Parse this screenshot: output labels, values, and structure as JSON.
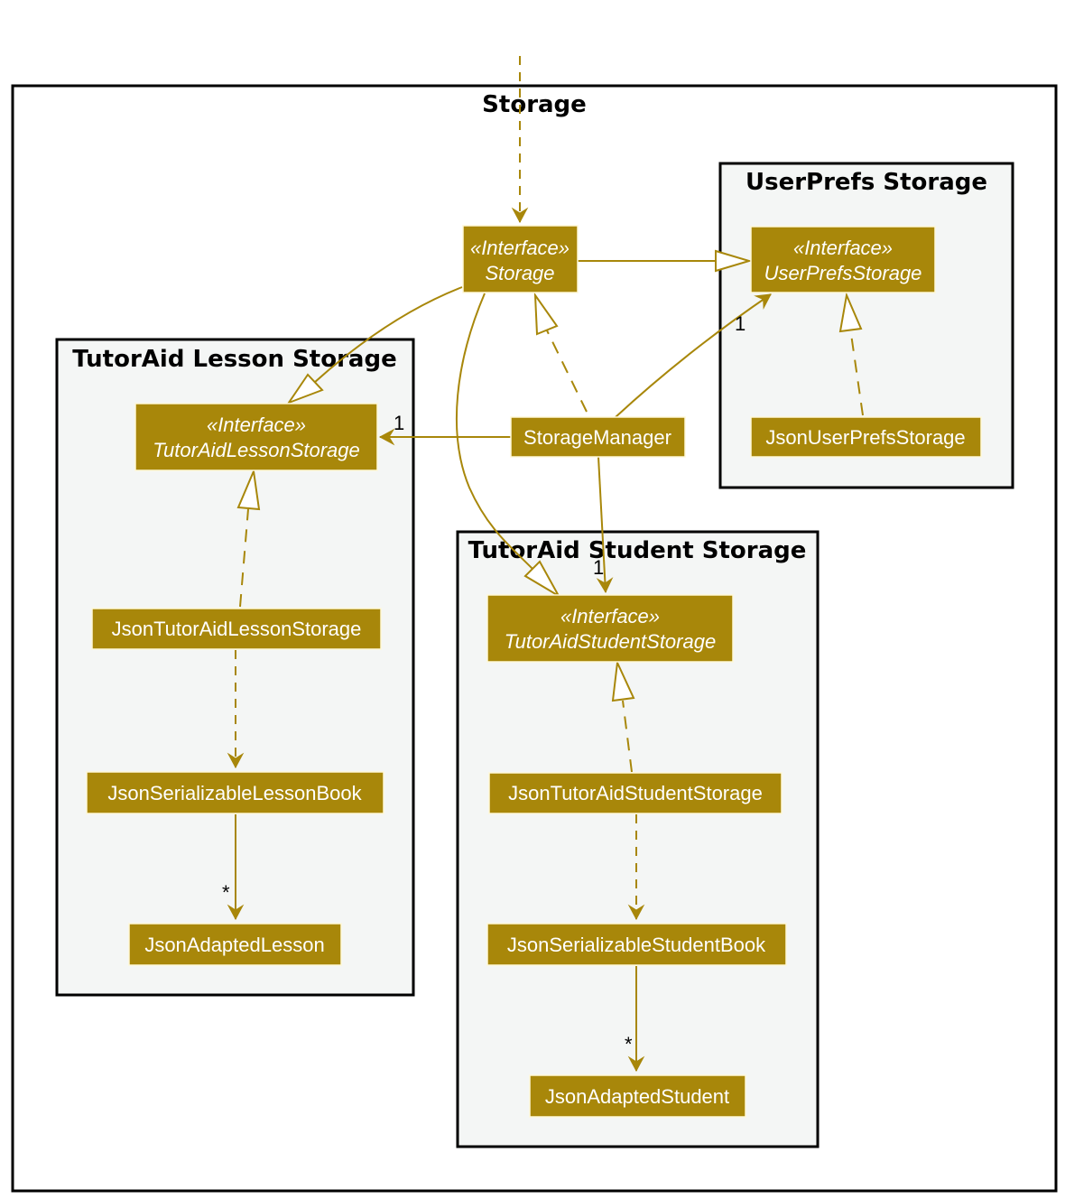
{
  "colors": {
    "class_fill": "#A8870A",
    "class_border": "#FFF8D8",
    "line": "#A8870A",
    "package_fill": "#F4F6F5",
    "package_border": "#000000"
  },
  "packages": {
    "storage": "Storage",
    "userprefs": "UserPrefs Storage",
    "lesson": "TutorAid Lesson Storage",
    "student": "TutorAid Student Storage"
  },
  "classes": {
    "storage": {
      "stereotype": "«Interface»",
      "name": "Storage"
    },
    "userprefs_storage": {
      "stereotype": "«Interface»",
      "name": "UserPrefsStorage"
    },
    "lesson_storage": {
      "stereotype": "«Interface»",
      "name": "TutorAidLessonStorage"
    },
    "student_storage": {
      "stereotype": "«Interface»",
      "name": "TutorAidStudentStorage"
    },
    "storage_manager": {
      "name": "StorageManager"
    },
    "json_userprefs": {
      "name": "JsonUserPrefsStorage"
    },
    "json_lesson_storage": {
      "name": "JsonTutorAidLessonStorage"
    },
    "json_lesson_book": {
      "name": "JsonSerializableLessonBook"
    },
    "json_adapted_lesson": {
      "name": "JsonAdaptedLesson"
    },
    "json_student_storage": {
      "name": "JsonTutorAidStudentStorage"
    },
    "json_student_book": {
      "name": "JsonSerializableStudentBook"
    },
    "json_adapted_student": {
      "name": "JsonAdaptedStudent"
    }
  },
  "multiplicities": {
    "to_userprefs": "1",
    "to_lesson": "1",
    "to_student": "1",
    "lessons": "*",
    "students": "*"
  }
}
